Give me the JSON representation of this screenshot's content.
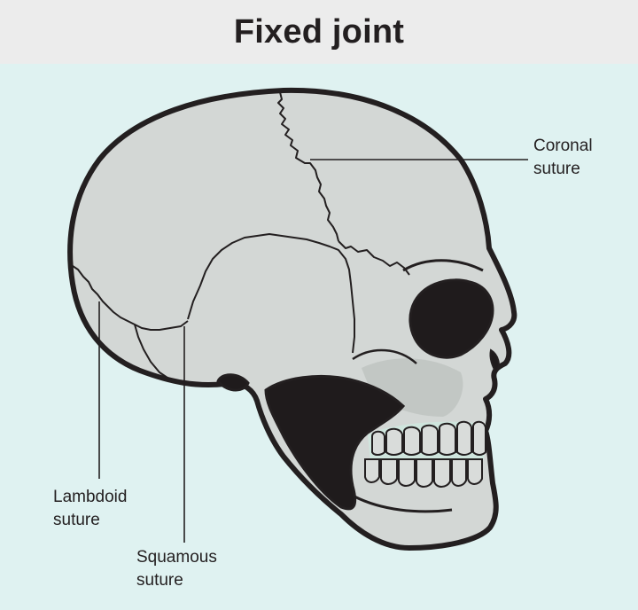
{
  "title": "Fixed joint",
  "labels": {
    "coronal": {
      "line1": "Coronal",
      "line2": "suture"
    },
    "lambdoid": {
      "line1": "Lambdoid",
      "line2": "suture"
    },
    "squamous": {
      "line1": "Squamous",
      "line2": "suture"
    }
  },
  "colors": {
    "background": "#dff2f1",
    "title_bar": "#ececec",
    "bone": "#d3d7d5",
    "bone_shadow": "#c2c7c4",
    "outline": "#231f20",
    "orbit": "#1f1b1c",
    "teeth_highlight": "#cfe5dd"
  }
}
